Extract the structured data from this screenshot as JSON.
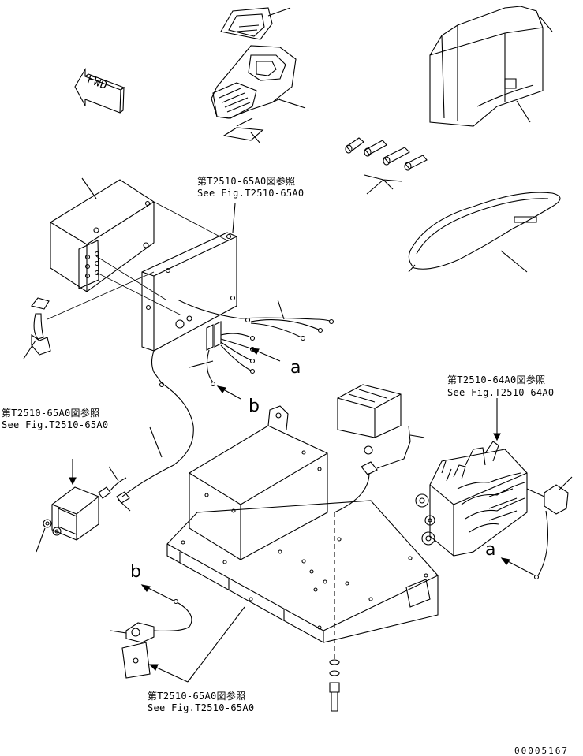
{
  "references": {
    "top": {
      "jp": "第T2510-65A0図参照",
      "en": "See Fig.T2510-65A0"
    },
    "left": {
      "jp": "第T2510-65A0図参照",
      "en": "See Fig.T2510-65A0"
    },
    "right": {
      "jp": "第T2510-64A0図参照",
      "en": "See Fig.T2510-64A0"
    },
    "bottom": {
      "jp": "第T2510-65A0図参照",
      "en": "See Fig.T2510-65A0"
    }
  },
  "fwd_label": "FWD",
  "connectors": {
    "a1": "a",
    "a2": "a",
    "b1": "b",
    "b2": "b"
  },
  "drawing_number": "00005167"
}
